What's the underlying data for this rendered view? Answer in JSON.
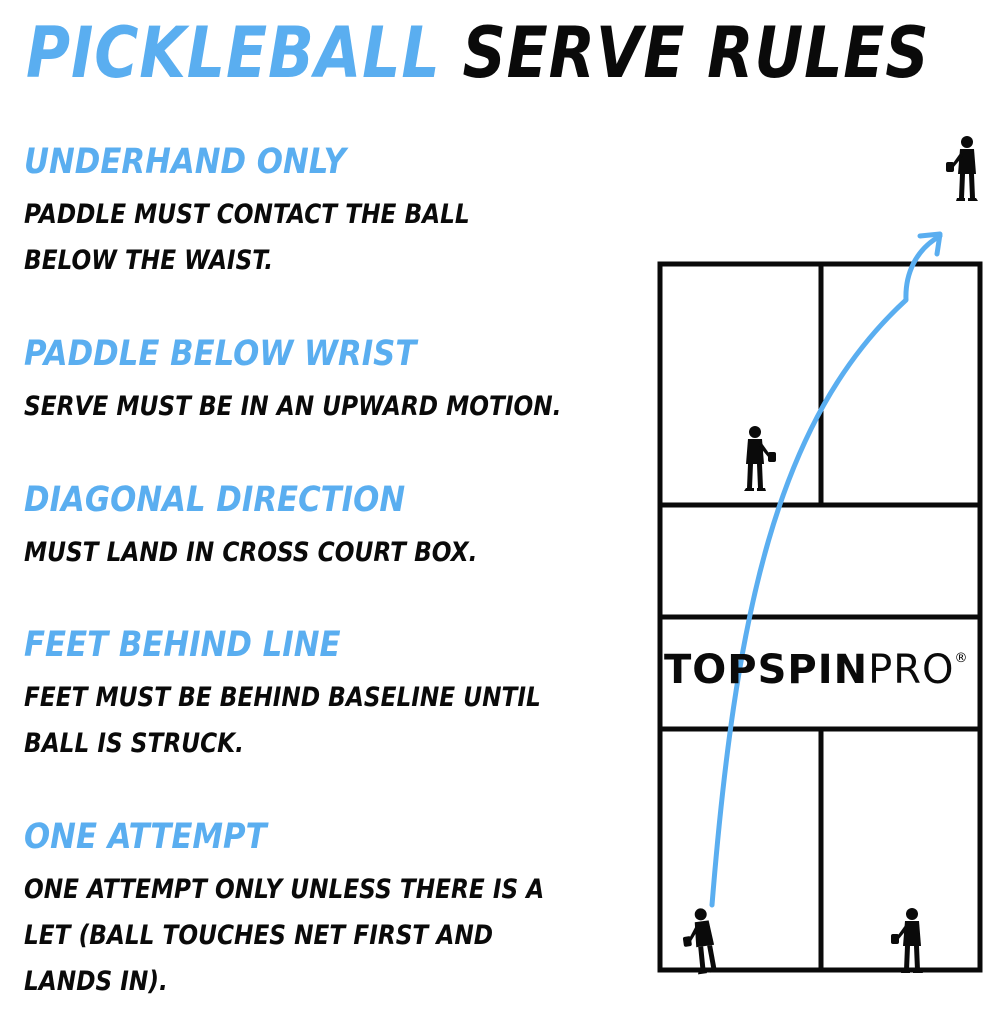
{
  "title": {
    "part1": "PICKLEBALL",
    "part2": "SERVE RULES"
  },
  "rules": [
    {
      "heading": "UNDERHAND ONLY",
      "lines": [
        "PADDLE MUST CONTACT THE BALL",
        "BELOW THE WAIST."
      ]
    },
    {
      "heading": "PADDLE BELOW WRIST",
      "lines": [
        "SERVE MUST BE IN AN UPWARD MOTION."
      ]
    },
    {
      "heading": "DIAGONAL DIRECTION",
      "lines": [
        "MUST LAND IN CROSS COURT BOX."
      ]
    },
    {
      "heading": "FEET BEHIND LINE",
      "lines": [
        "FEET MUST BE BEHIND BASELINE UNTIL",
        "BALL IS STRUCK."
      ]
    },
    {
      "heading": "ONE ATTEMPT",
      "lines": [
        "ONE ATTEMPT ONLY UNLESS THERE IS A",
        "LET (BALL TOUCHES NET FIRST AND",
        "LANDS IN)."
      ]
    }
  ],
  "logo": {
    "bold": "TOPSPIN",
    "light": "PRO",
    "mark": "®"
  },
  "colors": {
    "accent": "#5aaef0",
    "ink": "#0a0a0a",
    "background": "#ffffff"
  },
  "icons": [
    "player-silhouette-icon",
    "serve-arrow-icon"
  ]
}
